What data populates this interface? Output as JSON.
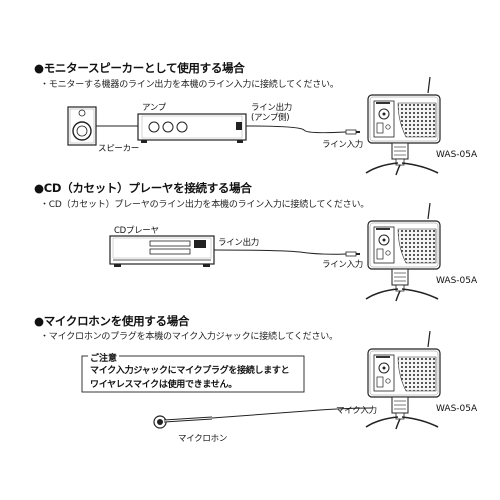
{
  "sections": [
    {
      "heading": "●モニタースピーカーとして使用する場合",
      "description": "・モニターする機器のライン出力を本機のライン入力に接続してください。"
    },
    {
      "heading": "●CD（カセット）プレーヤを接続する場合",
      "description": "・CD（カセット）プレーヤのライン出力を本機のライン入力に接続してください。"
    },
    {
      "heading": "●マイクロホンを使用する場合",
      "description": "・マイクロホンのプラグを本機のマイク入力ジャックに接続してください。"
    }
  ],
  "labels": {
    "amp": "アンプ",
    "speaker": "スピーカー",
    "line_out_amp_1": "ライン出力",
    "line_out_amp_2": "(アンプ側)",
    "line_in_1": "ライン入力",
    "model_1": "WAS-05A",
    "cd_player": "CDプレーヤ",
    "line_out_cd": "ライン出力",
    "line_in_2": "ライン入力",
    "model_2": "WAS-05A",
    "mic_in": "マイク入力",
    "model_3": "WAS-05A",
    "microphone": "マイクロホン"
  },
  "note": {
    "title": "ご注意",
    "lines": [
      "マイク入力ジャックにマイクプラグを接続しますと",
      "ワイヤレスマイクは使用できません。"
    ]
  }
}
